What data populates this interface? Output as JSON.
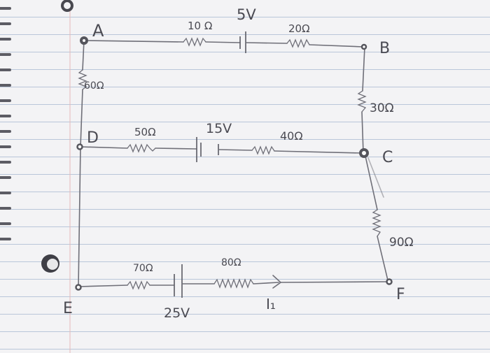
{
  "nodes": {
    "A": "A",
    "B": "B",
    "C": "C",
    "D": "D",
    "E": "E",
    "F": "F"
  },
  "resistors": {
    "r_ab_left": "10 Ω",
    "r_ab_right": "20Ω",
    "r_ad": "60Ω",
    "r_bc": "30Ω",
    "r_dc_left": "50Ω",
    "r_dc_right": "40Ω",
    "r_cf": "90Ω",
    "r_ef_left": "70Ω",
    "r_ef_right": "80Ω"
  },
  "sources": {
    "v_ab": "5V",
    "v_dc": "15V",
    "v_ef": "25V"
  },
  "current": {
    "label": "I₁"
  }
}
